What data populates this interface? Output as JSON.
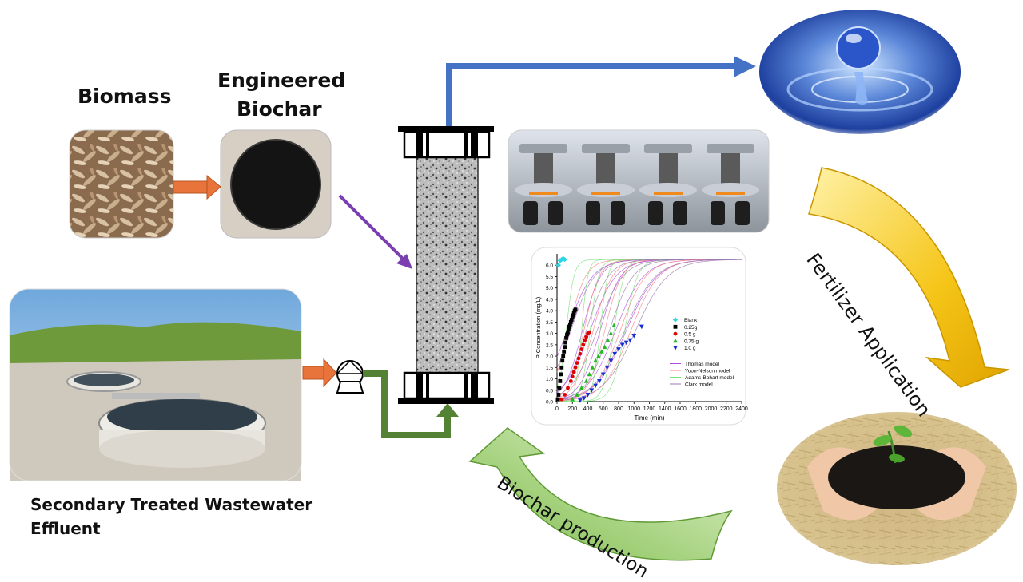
{
  "labels": {
    "biomass": "Biomass",
    "engineered_biochar_line1": "Engineered",
    "engineered_biochar_line2": "Biochar",
    "wastewater_line1": "Secondary Treated Wastewater",
    "wastewater_line2": "Effluent",
    "fertilizer_application": "Fertilizer Application",
    "biochar_production": "Biochar production"
  },
  "colors": {
    "orange_arrow": "#e8743b",
    "purple_arrow": "#7b3fb0",
    "blue_pipe": "#4472c4",
    "green_pipe": "#548235",
    "gold_arrow": "#f2b705",
    "green_arrow": "#8cc260"
  },
  "icons": [
    "pump-icon",
    "column-icon",
    "water-drop-image",
    "soil-plant-image",
    "biomass-image",
    "biochar-image",
    "wastewater-plant-image",
    "lab-columns-image"
  ],
  "chart_data": {
    "type": "scatter",
    "xlabel": "Time (min)",
    "ylabel": "P Concentration (mg/L)",
    "xlim": [
      0,
      2400
    ],
    "ylim": [
      0,
      6.5
    ],
    "x_ticks": [
      0,
      200,
      400,
      600,
      800,
      1000,
      1200,
      1400,
      1600,
      1800,
      2000,
      2200,
      2400
    ],
    "y_ticks": [
      0.0,
      0.5,
      1.0,
      1.5,
      2.0,
      2.5,
      3.0,
      3.5,
      4.0,
      4.5,
      5.0,
      5.5,
      6.0
    ],
    "legend_placement": "right",
    "series": [
      {
        "name": "Blank",
        "marker": "diamond",
        "color": "#2dd4e6",
        "points": [
          [
            20,
            6.0
          ],
          [
            40,
            6.2
          ],
          [
            60,
            6.25
          ],
          [
            80,
            6.3
          ],
          [
            100,
            6.25
          ]
        ]
      },
      {
        "name": "0.25g",
        "marker": "square",
        "color": "#000000",
        "points": [
          [
            10,
            0.1
          ],
          [
            20,
            0.3
          ],
          [
            30,
            0.6
          ],
          [
            40,
            0.9
          ],
          [
            50,
            1.2
          ],
          [
            60,
            1.5
          ],
          [
            70,
            1.8
          ],
          [
            80,
            2.0
          ],
          [
            90,
            2.2
          ],
          [
            100,
            2.4
          ],
          [
            110,
            2.6
          ],
          [
            120,
            2.8
          ],
          [
            130,
            2.95
          ],
          [
            140,
            3.05
          ],
          [
            150,
            3.2
          ],
          [
            160,
            3.3
          ],
          [
            170,
            3.4
          ],
          [
            180,
            3.5
          ],
          [
            190,
            3.6
          ],
          [
            200,
            3.7
          ],
          [
            210,
            3.8
          ],
          [
            220,
            3.9
          ],
          [
            230,
            4.0
          ],
          [
            240,
            4.05
          ]
        ]
      },
      {
        "name": "0.5 g",
        "marker": "circle",
        "color": "#e00000",
        "points": [
          [
            60,
            0.1
          ],
          [
            100,
            0.3
          ],
          [
            140,
            0.6
          ],
          [
            180,
            0.9
          ],
          [
            200,
            1.1
          ],
          [
            220,
            1.3
          ],
          [
            240,
            1.5
          ],
          [
            260,
            1.7
          ],
          [
            280,
            1.9
          ],
          [
            300,
            2.1
          ],
          [
            320,
            2.3
          ],
          [
            340,
            2.5
          ],
          [
            360,
            2.7
          ],
          [
            380,
            2.85
          ],
          [
            400,
            3.0
          ],
          [
            420,
            3.05
          ]
        ]
      },
      {
        "name": "0.75 g",
        "marker": "triangle-up",
        "color": "#22bb22",
        "points": [
          [
            200,
            0.1
          ],
          [
            260,
            0.3
          ],
          [
            320,
            0.6
          ],
          [
            380,
            0.9
          ],
          [
            420,
            1.2
          ],
          [
            460,
            1.5
          ],
          [
            500,
            1.8
          ],
          [
            540,
            2.0
          ],
          [
            580,
            2.2
          ],
          [
            620,
            2.4
          ],
          [
            660,
            2.7
          ],
          [
            700,
            3.0
          ],
          [
            740,
            3.35
          ]
        ]
      },
      {
        "name": "1.0 g",
        "marker": "triangle-down",
        "color": "#1a2fcc",
        "points": [
          [
            300,
            0.05
          ],
          [
            350,
            0.15
          ],
          [
            400,
            0.3
          ],
          [
            450,
            0.5
          ],
          [
            500,
            0.7
          ],
          [
            550,
            0.9
          ],
          [
            600,
            1.2
          ],
          [
            650,
            1.5
          ],
          [
            700,
            1.8
          ],
          [
            750,
            2.1
          ],
          [
            800,
            2.3
          ],
          [
            850,
            2.5
          ],
          [
            900,
            2.6
          ],
          [
            950,
            2.7
          ],
          [
            1000,
            2.9
          ],
          [
            1100,
            3.3
          ]
        ]
      }
    ],
    "models": [
      {
        "name": "Thomas model",
        "color": "#b04fe0"
      },
      {
        "name": "Yoon-Nelson model",
        "color": "#ff8080"
      },
      {
        "name": "Adams-Bohart model",
        "color": "#7ee07e"
      },
      {
        "name": "Clark model",
        "color": "#9a7ab0"
      }
    ]
  }
}
